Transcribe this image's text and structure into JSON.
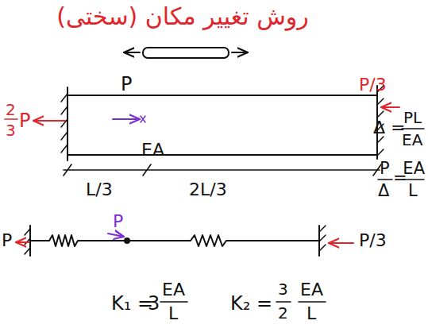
{
  "diagram": {
    "title": "روش تغییر مکان (سختی)",
    "labels": [
      "2",
      "3",
      "P",
      "P",
      "P/3",
      "EA",
      "L/3",
      "2L/3",
      "Δ =",
      "PL",
      "EA",
      "P",
      "Δ",
      "=",
      "EA",
      "L",
      "P",
      "P",
      "P/3",
      "K₁ =",
      "3",
      "EA",
      "L",
      "K₂ =",
      "3",
      "2",
      "EA",
      "L"
    ]
  }
}
